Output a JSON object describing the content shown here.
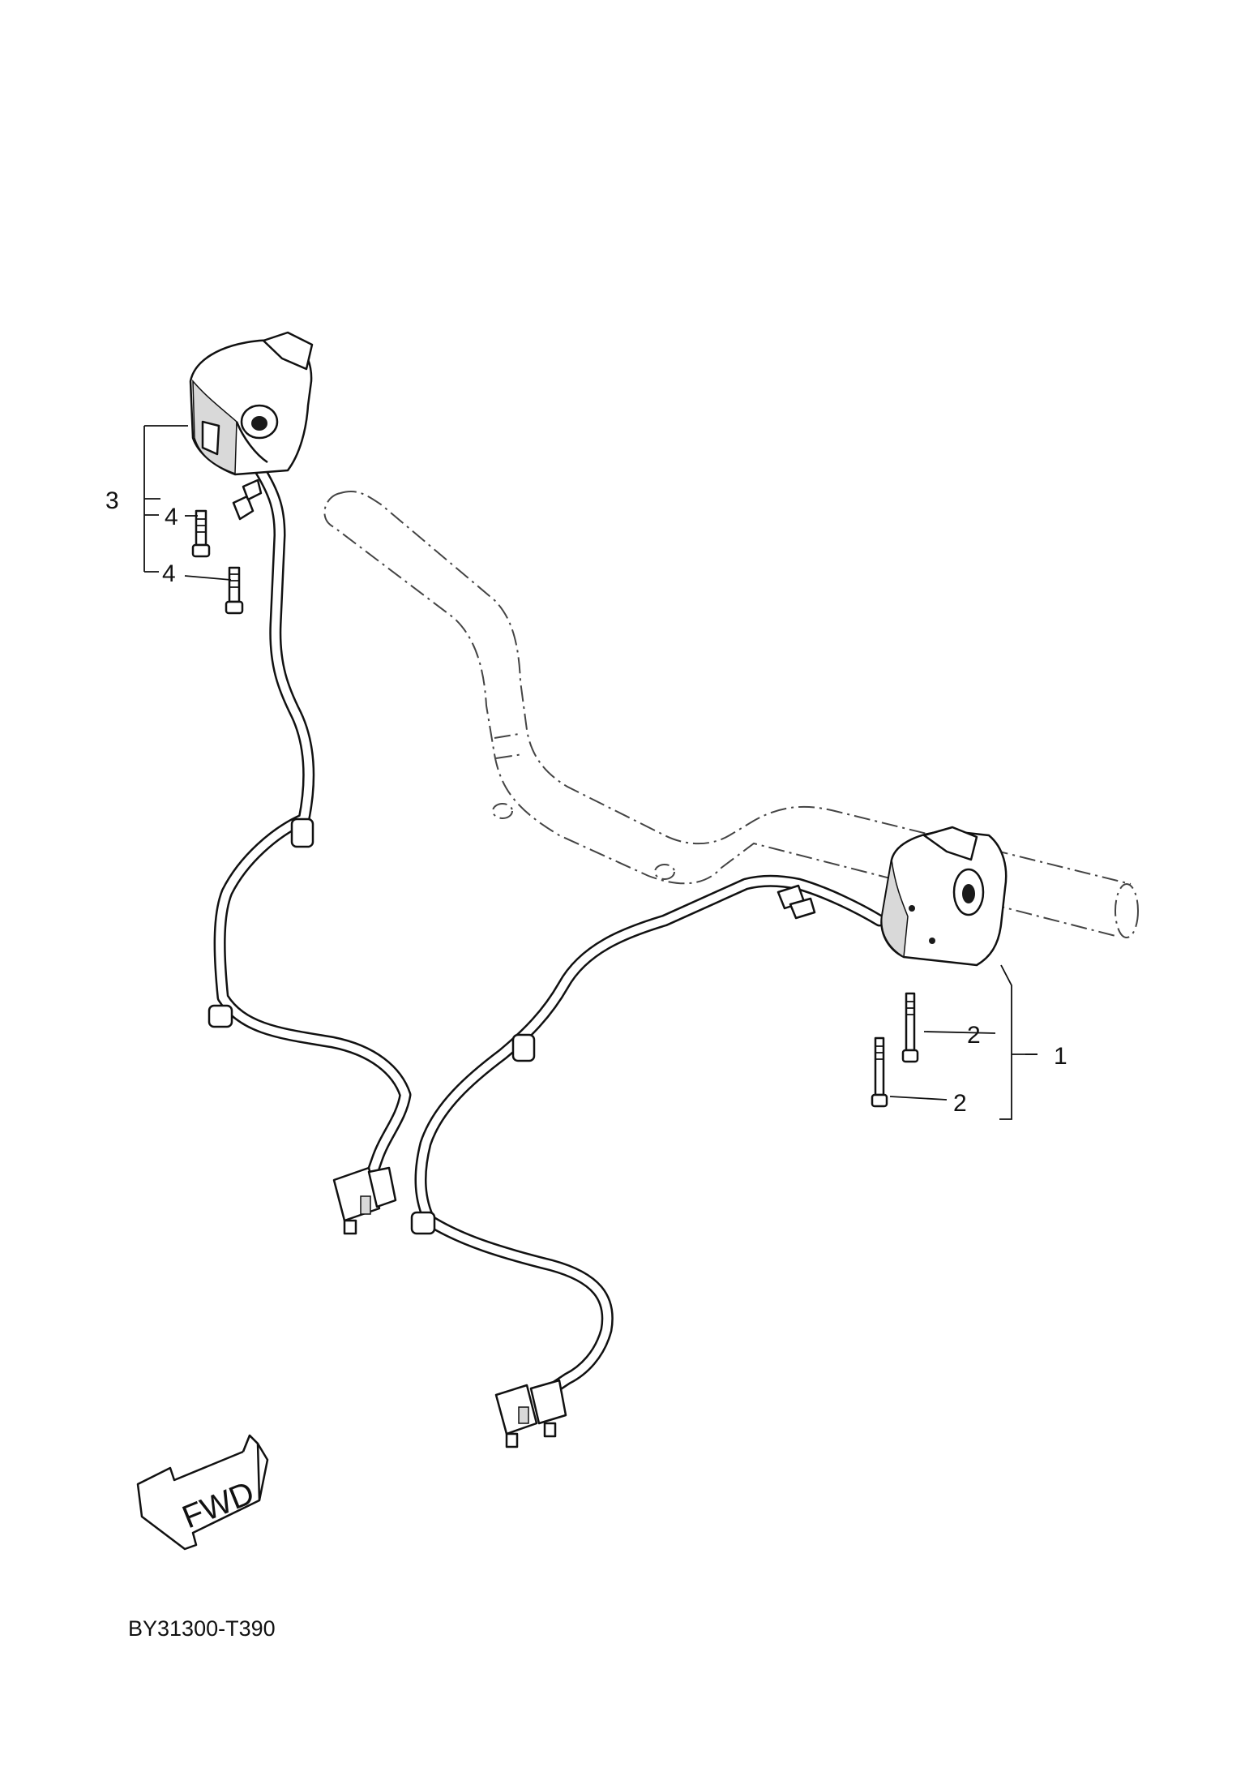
{
  "callouts": {
    "p1": "1",
    "p2a": "2",
    "p2b": "2",
    "p3": "3",
    "p4a": "4",
    "p4b": "4"
  },
  "direction_marker": {
    "label": "FWD",
    "icon": "fwd-arrow-icon"
  },
  "diagram_code": "BY31300-T390"
}
